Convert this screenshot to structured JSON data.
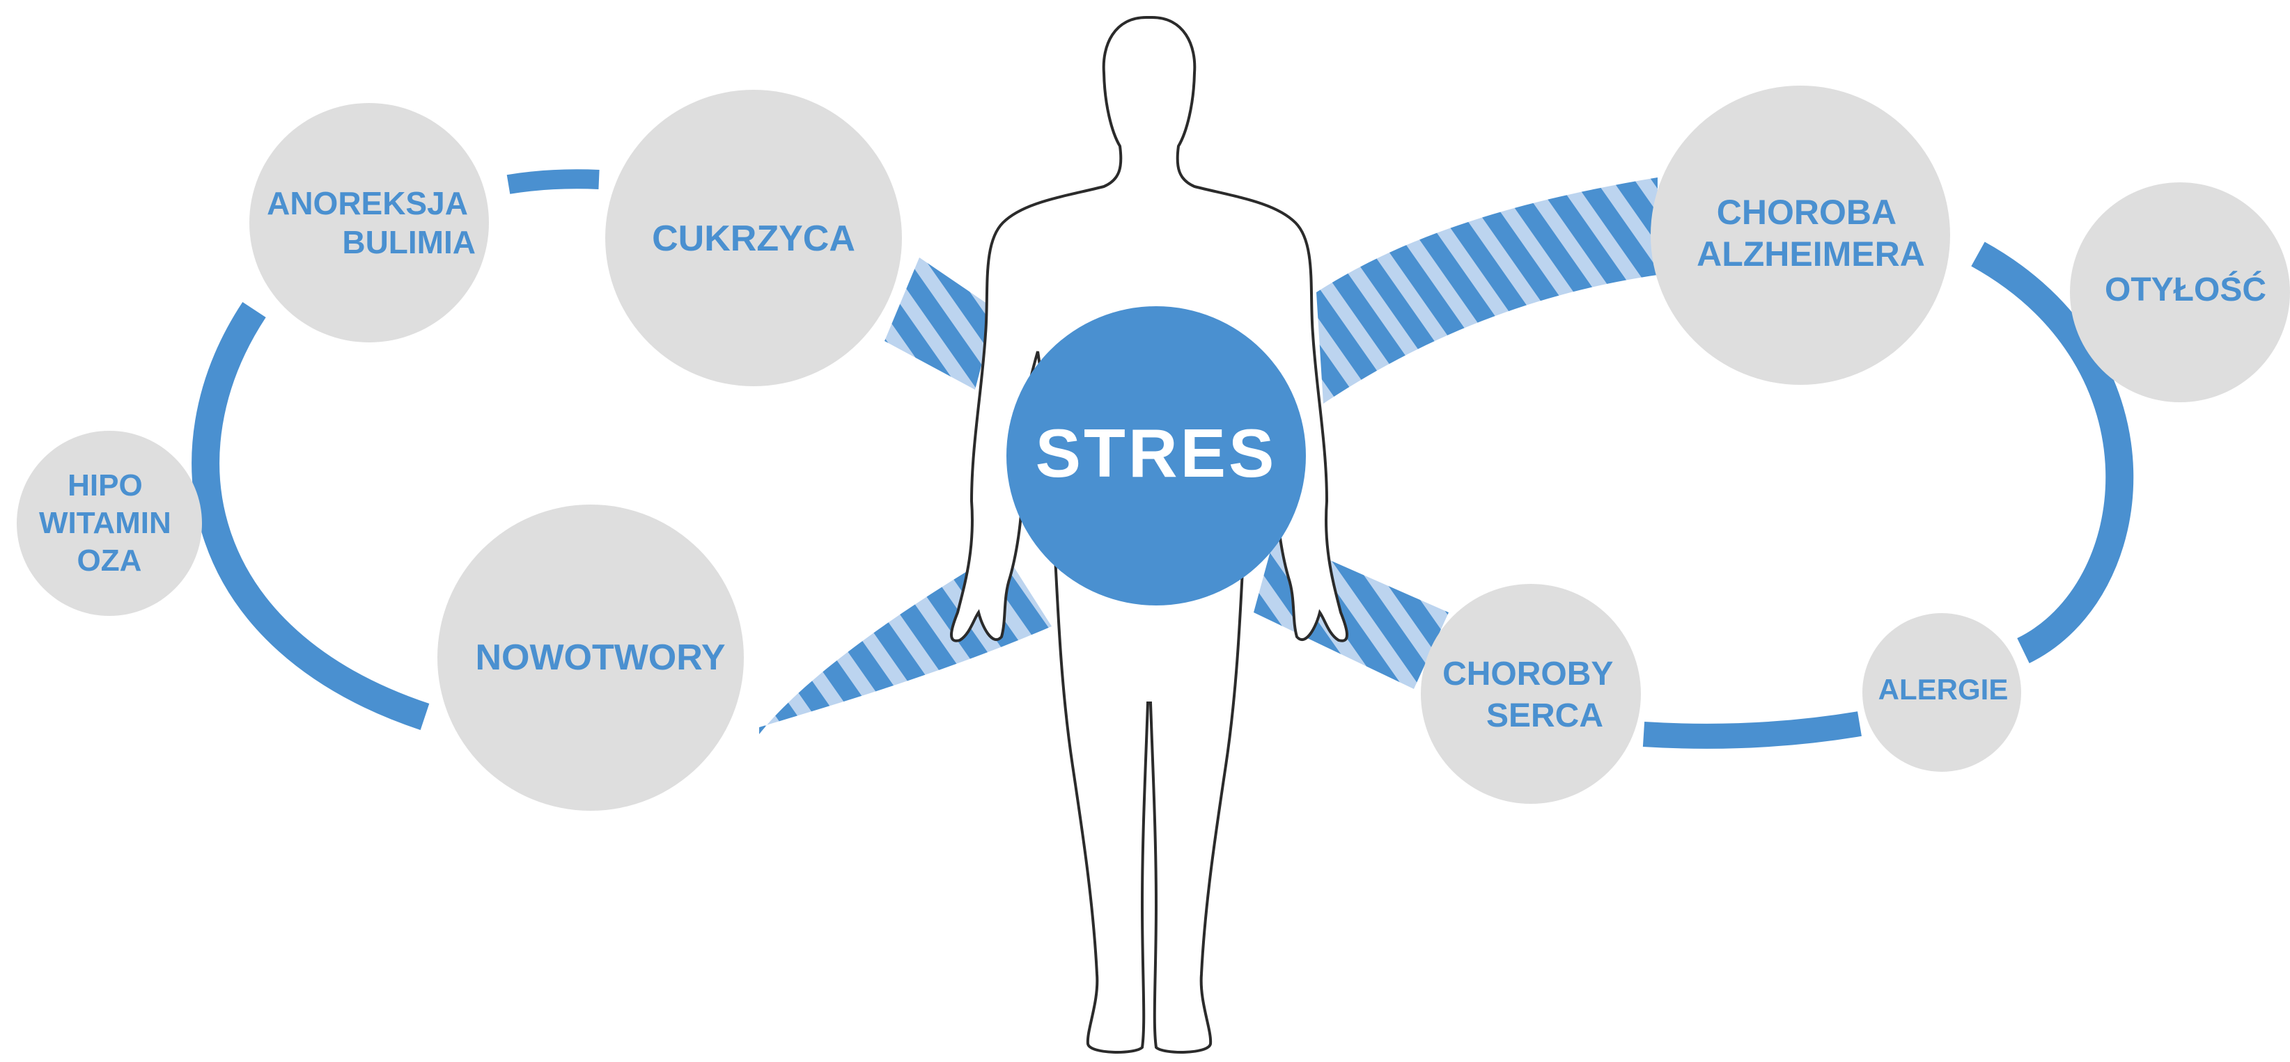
{
  "center": {
    "label": "STRES"
  },
  "nodes": [
    {
      "id": "anoreksja",
      "lines": [
        "ANOREKSJA",
        "BULIMIA"
      ]
    },
    {
      "id": "cukrzyca",
      "lines": [
        "CUKRZYCA"
      ]
    },
    {
      "id": "hipo",
      "lines": [
        "HIPO",
        "WITAMIN",
        "OZA"
      ]
    },
    {
      "id": "nowotwory",
      "lines": [
        "NOWOTWORY"
      ]
    },
    {
      "id": "alzheimer",
      "lines": [
        "CHOROBA",
        "ALZHEIMERA"
      ]
    },
    {
      "id": "otylosc",
      "lines": [
        "OTYŁOŚĆ"
      ]
    },
    {
      "id": "serce",
      "lines": [
        "CHOROBY",
        "SERCA"
      ]
    },
    {
      "id": "alergie",
      "lines": [
        "ALERGIE"
      ]
    }
  ],
  "colors": {
    "accent": "#4a90d0",
    "circle_fill": "#dedede",
    "stripe_light": "#bcd4ef",
    "background": "#ffffff"
  }
}
